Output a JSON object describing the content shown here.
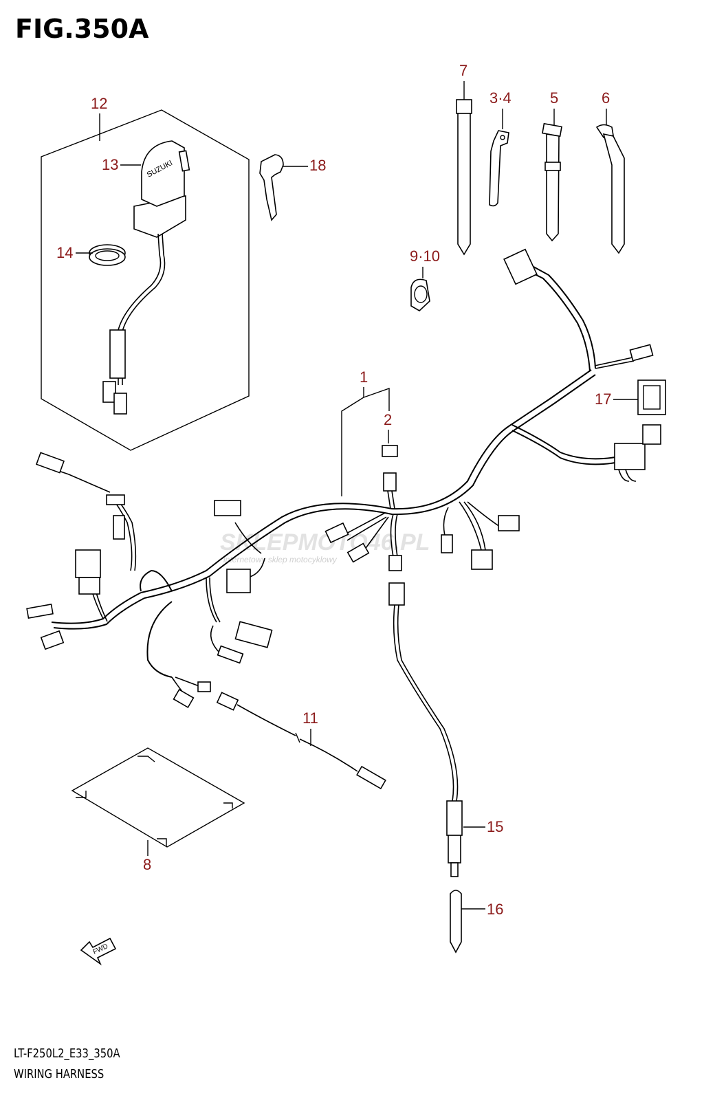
{
  "figure": {
    "title": "FIG.350A",
    "code": "LT-F250L2_E33_350A",
    "name": "WIRING HARNESS"
  },
  "callouts": {
    "c1": "1",
    "c2": "2",
    "c3_4": "3·4",
    "c5": "5",
    "c6": "6",
    "c7": "7",
    "c8": "8",
    "c9_10": "9·10",
    "c11": "11",
    "c12": "12",
    "c13": "13",
    "c14": "14",
    "c15": "15",
    "c16": "16",
    "c17": "17",
    "c18": "18"
  },
  "labels": {
    "ignition_brand": "SUZUKI",
    "fwd_arrow": "FWD"
  },
  "watermark": {
    "main": "SKLEPMOTO46.PL",
    "sub": "internetowy sklep motocyklowy"
  },
  "colors": {
    "callout": "#8b1a1a",
    "line": "#000000",
    "watermark": "#d9d9d9"
  }
}
